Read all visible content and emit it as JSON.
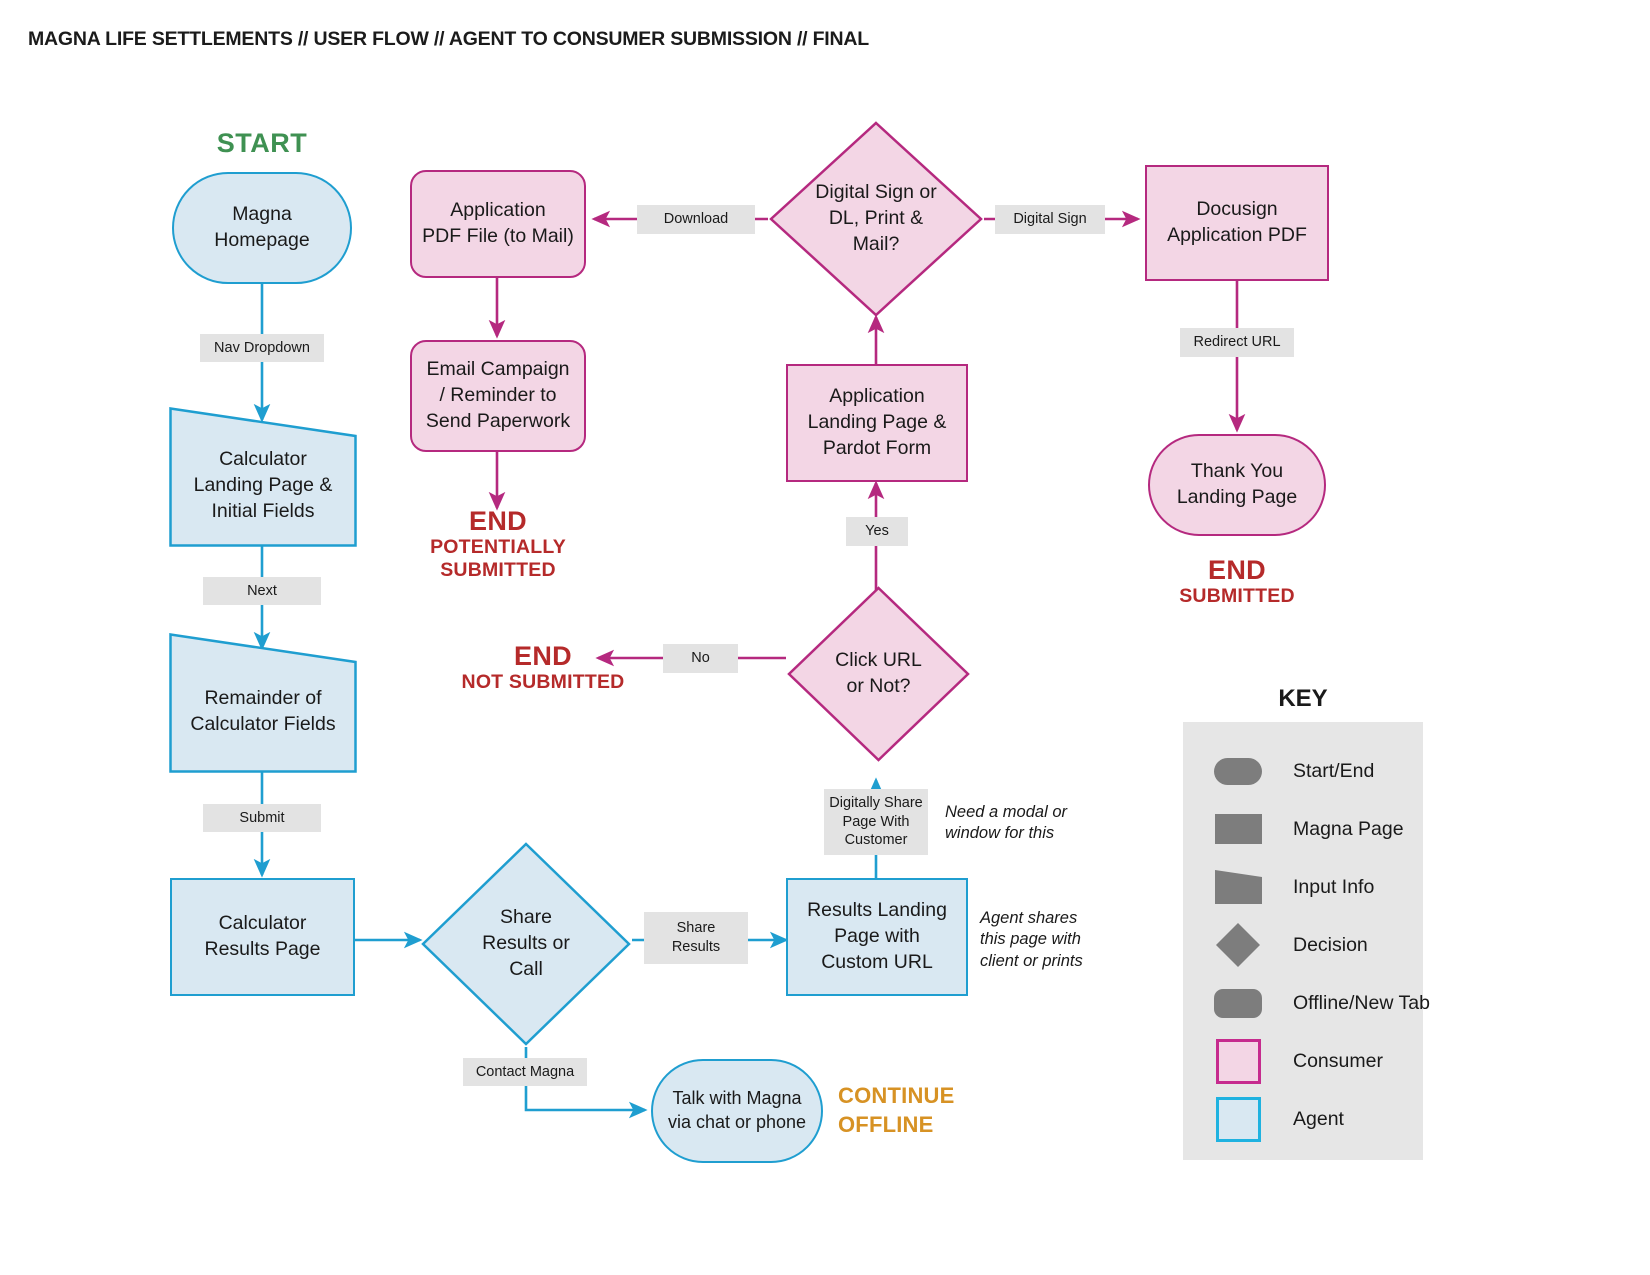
{
  "title": "MAGNA LIFE SETTLEMENTS // USER FLOW // AGENT TO CONSUMER SUBMISSION // FINAL",
  "markers": {
    "start": "START",
    "end_potentially_submitted": {
      "big": "END",
      "line1": "POTENTIALLY",
      "line2": "SUBMITTED"
    },
    "end_not_submitted": {
      "big": "END",
      "line1": "NOT SUBMITTED"
    },
    "end_submitted": {
      "big": "END",
      "line1": "SUBMITTED"
    },
    "continue_offline": {
      "line1": "CONTINUE",
      "line2": "OFFLINE"
    }
  },
  "nodes": {
    "magna_homepage": "Magna\nHomepage",
    "calculator_landing": "Calculator\nLanding Page &\nInitial Fields",
    "remainder_fields": "Remainder of\nCalculator Fields",
    "calculator_results": "Calculator\nResults Page",
    "share_results_or_call": "Share\nResults or\nCall",
    "talk_with_magna": "Talk with Magna\nvia chat or phone",
    "results_landing_custom_url": "Results Landing\nPage with\nCustom URL",
    "click_url_or_not": "Click URL\nor Not?",
    "application_landing_pardot": "Application\nLanding Page &\nPardot Form",
    "digital_sign_decision": "Digital Sign or\nDL, Print &\nMail?",
    "application_pdf_to_mail": "Application\nPDF File (to Mail)",
    "email_campaign": "Email Campaign\n/ Reminder to\nSend Paperwork",
    "docusign_application_pdf": "Docusign\nApplication PDF",
    "thank_you_landing": "Thank You\nLanding Page"
  },
  "edge_labels": {
    "nav_dropdown": "Nav Dropdown",
    "next": "Next",
    "submit": "Submit",
    "share_results": "Share\nResults",
    "contact_magna": "Contact Magna",
    "digitally_share": "Digitally Share\nPage With\nCustomer",
    "yes": "Yes",
    "no": "No",
    "download": "Download",
    "digital_sign": "Digital Sign",
    "redirect_url": "Redirect URL"
  },
  "annotations": {
    "modal_note": "Need a modal or\nwindow for this",
    "agent_shares_note": "Agent shares\nthis page with\nclient or prints"
  },
  "key": {
    "title": "KEY",
    "items": [
      {
        "label": "Start/End",
        "shape": "stadium"
      },
      {
        "label": "Magna Page",
        "shape": "rect"
      },
      {
        "label": "Input Info",
        "shape": "trapezoid"
      },
      {
        "label": "Decision",
        "shape": "diamond"
      },
      {
        "label": "Offline/New Tab",
        "shape": "rounded-rect"
      },
      {
        "label": "Consumer",
        "shape": "square-outline-pink"
      },
      {
        "label": "Agent",
        "shape": "square-outline-blue"
      }
    ]
  },
  "colors": {
    "agent_fill": "#d9e8f2",
    "agent_stroke": "#1f9ed0",
    "consumer_fill": "#f3d6e5",
    "consumer_stroke": "#b5297f",
    "edge_label_bg": "#e3e3e3",
    "end_red": "#b52a2a",
    "start_green": "#3f9152",
    "continue_orange": "#d79224",
    "key_panel_bg": "#e6e6e6",
    "key_swatch_grey": "#7d7d7d"
  }
}
